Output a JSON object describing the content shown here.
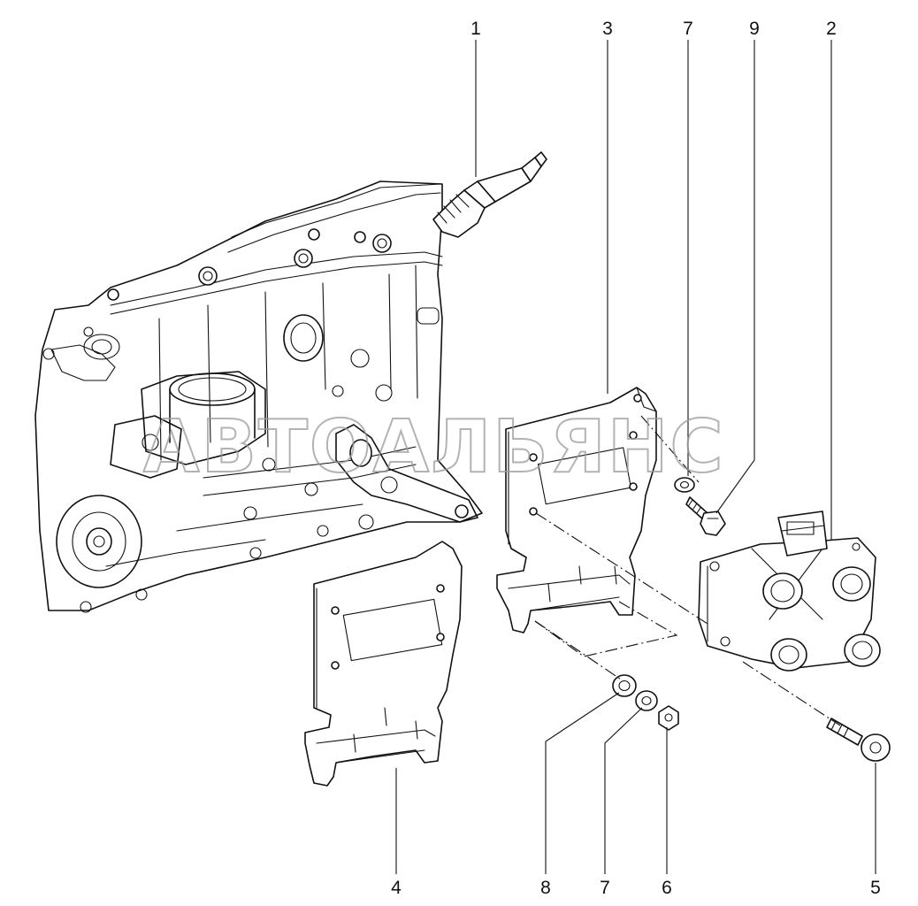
{
  "watermark": "АВТОАЛЬЯНС",
  "callouts": [
    {
      "id": "1"
    },
    {
      "id": "3"
    },
    {
      "id": "7"
    },
    {
      "id": "9"
    },
    {
      "id": "2"
    },
    {
      "id": "4"
    },
    {
      "id": "8"
    },
    {
      "id": "7"
    },
    {
      "id": "6"
    },
    {
      "id": "5"
    }
  ]
}
